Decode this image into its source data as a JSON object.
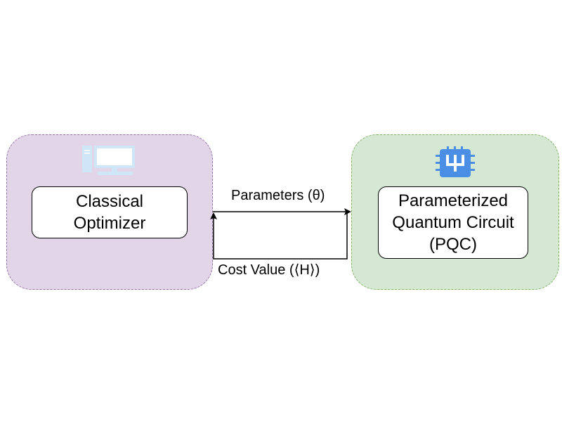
{
  "colors": {
    "left_panel_fill": "#e1d5e7",
    "left_panel_border": "#9673a6",
    "right_panel_fill": "#d5e8d4",
    "right_panel_border": "#82b366",
    "computer_icon": "#cfe6f7",
    "chip_icon": "#4a8ee6",
    "line": "#000000"
  },
  "icons": {
    "optimizer_icon": "computer-icon",
    "pqc_icon": "quantum-chip-icon"
  },
  "nodes": {
    "optimizer": {
      "lines": [
        "Classical",
        "Optimizer"
      ]
    },
    "pqc": {
      "lines": [
        "Parameterized",
        "Quantum Circuit",
        "(PQC)"
      ]
    }
  },
  "edges": {
    "parameters": "Parameters (θ)",
    "cost": "Cost Value (⟨H⟩)"
  }
}
